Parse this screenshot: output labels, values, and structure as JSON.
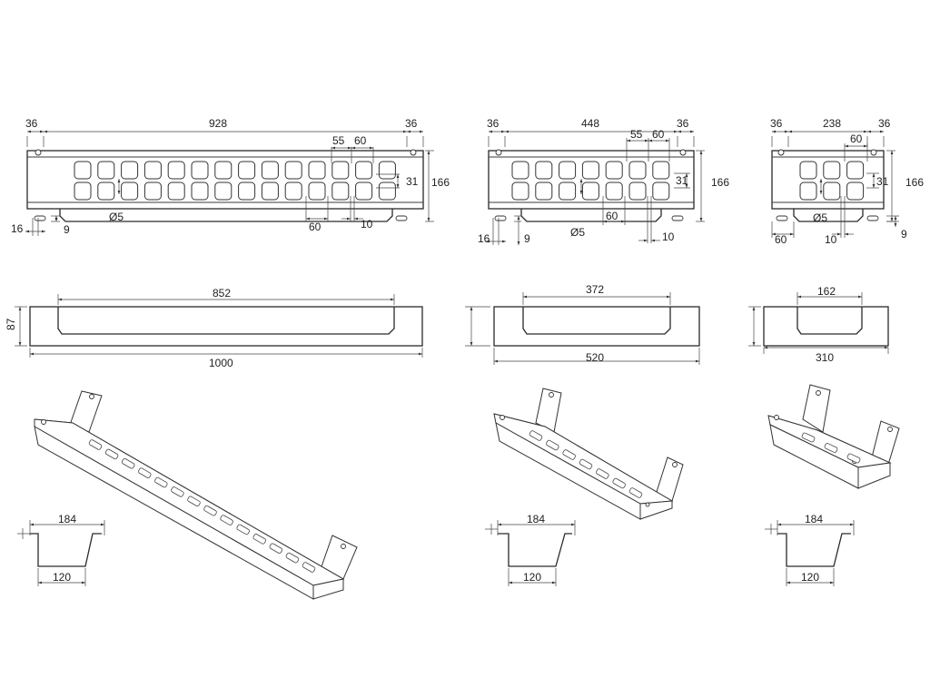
{
  "views": {
    "large": {
      "top": {
        "slot_cols": 14,
        "d_36a": "36",
        "d_length": "928",
        "d_36b": "36",
        "d_55": "55",
        "d_60a": "60",
        "d_31": "31",
        "d_166": "166",
        "d_hole": "Ø5",
        "d_60b": "60",
        "d_10": "10",
        "d_16": "16",
        "d_9": "9"
      },
      "side": {
        "d_inner": "852",
        "d_total": "1000",
        "d_height": "87"
      },
      "section": {
        "d_top": "184",
        "d_bottom": "120"
      }
    },
    "medium": {
      "top": {
        "slot_cols": 7,
        "d_36a": "36",
        "d_length": "448",
        "d_36b": "36",
        "d_55": "55",
        "d_60a": "60",
        "d_31": "31",
        "d_166": "166",
        "d_hole": "Ø5",
        "d_60b": "60",
        "d_10": "10",
        "d_16": "16",
        "d_9": "9"
      },
      "side": {
        "d_inner": "372",
        "d_total": "520"
      },
      "section": {
        "d_top": "184",
        "d_bottom": "120"
      }
    },
    "small": {
      "top": {
        "slot_cols": 3,
        "d_36a": "36",
        "d_length": "238",
        "d_36b": "36",
        "d_60a": "60",
        "d_31": "31",
        "d_166": "166",
        "d_hole": "Ø5",
        "d_60b": "60",
        "d_10": "10",
        "d_9": "9"
      },
      "side": {
        "d_inner": "162",
        "d_total": "310"
      },
      "section": {
        "d_top": "184",
        "d_bottom": "120"
      }
    }
  }
}
